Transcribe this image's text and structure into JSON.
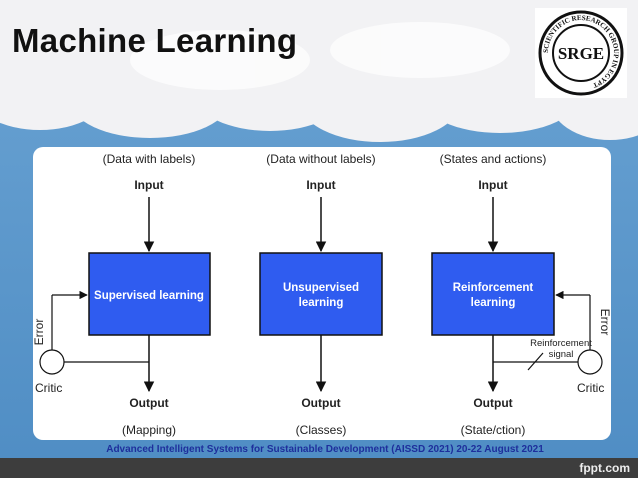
{
  "slide": {
    "title": "Machine Learning",
    "footer": "Advanced Intelligent Systems for Sustainable Development (AISSD 2021) 20-22 August 2021",
    "brand": "fppt.com"
  },
  "logo": {
    "text": "SRGE",
    "ring_text": "SCIENTIFIC RESEARCH GROUP IN EGYPT"
  },
  "diagram": {
    "columns": [
      {
        "header": "(Data with labels)",
        "input": "Input",
        "box": [
          "Supervised learning"
        ],
        "output": "Output",
        "result": "(Mapping)",
        "error": "Error",
        "critic": "Critic"
      },
      {
        "header": "(Data without labels)",
        "input": "Input",
        "box": [
          "Unsupervised",
          "learning"
        ],
        "output": "Output",
        "result": "(Classes)"
      },
      {
        "header": "(States and actions)",
        "input": "Input",
        "box": [
          "Reinforcement",
          "learning"
        ],
        "output": "Output",
        "result": "(State/ction)",
        "error": "Error",
        "critic": "Critic",
        "signal": [
          "Reinforcement",
          "signal"
        ]
      }
    ],
    "box_color": "#2f5cf0"
  }
}
